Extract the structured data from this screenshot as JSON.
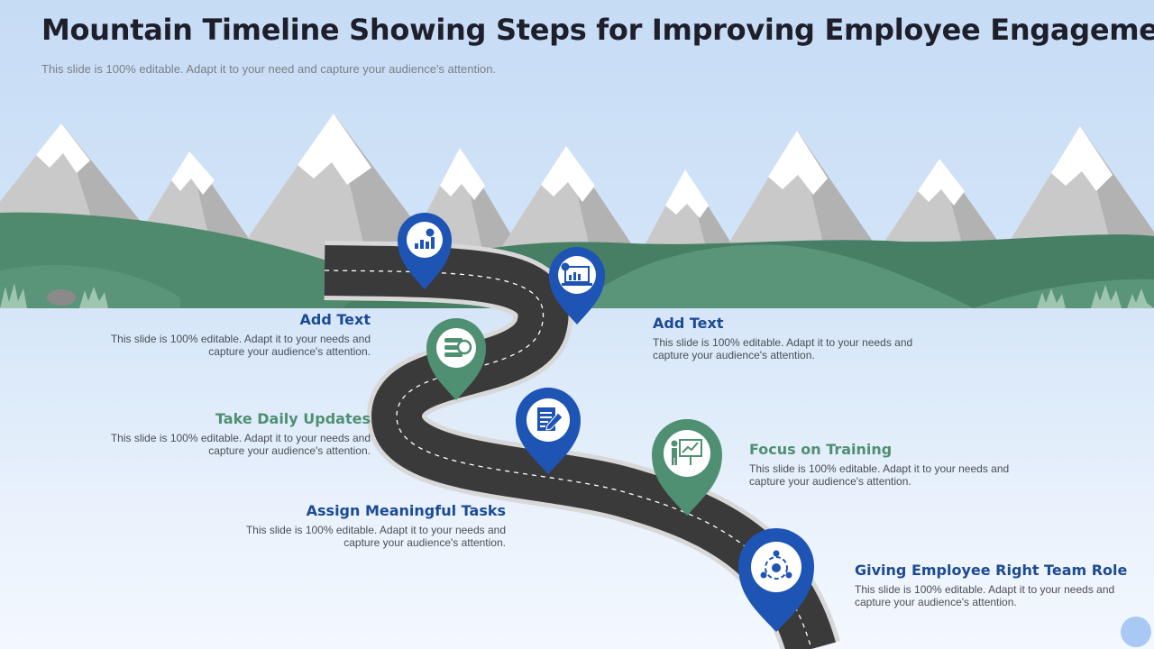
{
  "slide": {
    "title": "Mountain Timeline Showing Steps for Improving Employee Engagement",
    "subtitle": "This slide is 100% editable. Adapt it to your need and capture your audience's attention."
  },
  "colors": {
    "blue_pin": "#1e55b4",
    "green_pin": "#4f8f72",
    "road": "#3a3a3a",
    "hill": "#4f8a6c",
    "title_blue": "#1c4a94",
    "title_green": "#4f8f72"
  },
  "steps": [
    {
      "title": "Add Text",
      "desc_line1": "This slide is 100% editable. Adapt it to your needs and",
      "desc_line2": "capture your audience's attention.",
      "icon": "finance-chart-icon"
    },
    {
      "title": "Add Text",
      "desc_line1": "This slide is 100% editable. Adapt it to your needs and",
      "desc_line2": "capture your audience's attention.",
      "icon": "laptop-analytics-icon"
    },
    {
      "title": "Take Daily Updates",
      "desc_line1": "This slide is 100% editable. Adapt it to your needs and",
      "desc_line2": "capture your audience's attention.",
      "icon": "daily-updates-icon"
    },
    {
      "title": "Assign Meaningful Tasks",
      "desc_line1": "This slide is 100% editable. Adapt it to your needs and",
      "desc_line2": "capture your audience's attention.",
      "icon": "task-document-icon"
    },
    {
      "title": "Focus on Training",
      "desc_line1": "This slide is 100% editable. Adapt it to your needs and",
      "desc_line2": "capture your audience's attention.",
      "icon": "training-presentation-icon"
    },
    {
      "title": "Giving Employee Right Team Role",
      "desc_line1": "This slide is 100% editable. Adapt it to your needs and",
      "desc_line2": "capture your audience's attention.",
      "icon": "team-settings-icon"
    }
  ]
}
